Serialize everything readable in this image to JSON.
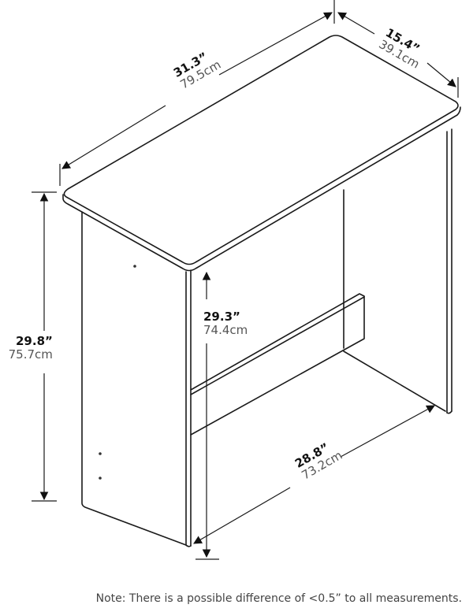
{
  "diagram": {
    "subject": "Desk dimension line drawing",
    "dimensions": {
      "width": {
        "imperial": "31.3”",
        "metric": "79.5cm"
      },
      "depth": {
        "imperial": "15.4”",
        "metric": "39.1cm"
      },
      "overall_height": {
        "imperial": "29.8”",
        "metric": "75.7cm"
      },
      "clearance_height": {
        "imperial": "29.3”",
        "metric": "74.4cm"
      },
      "inner_width": {
        "imperial": "28.8”",
        "metric": "73.2cm"
      }
    },
    "note": "Note: There is a possible difference of <0.5” to all measurements.",
    "colors": {
      "line": "#1a1a1a",
      "background": "#ffffff",
      "metric_text": "#555555"
    }
  }
}
